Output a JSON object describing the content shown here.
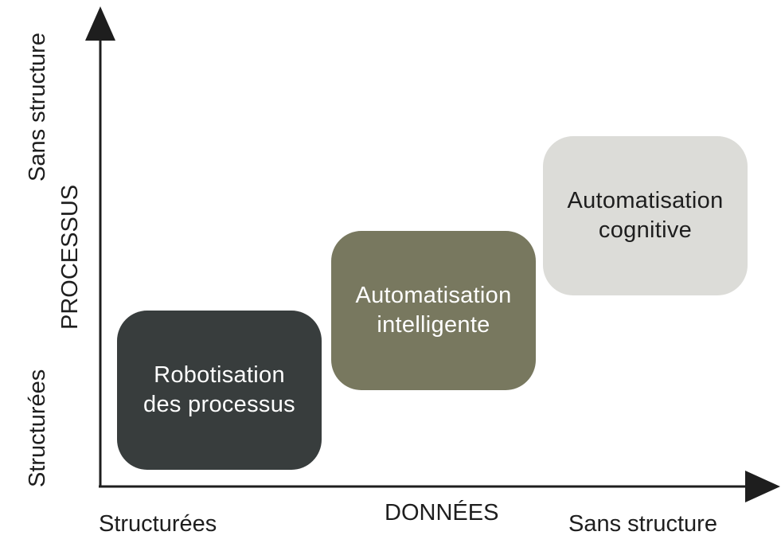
{
  "axes": {
    "x": {
      "title": "DONNÉES",
      "start_label": "Structurées",
      "end_label": "Sans structure"
    },
    "y": {
      "title": "PROCESSUS",
      "start_label": "Structurées",
      "end_label": "Sans structure"
    },
    "color": "#1e1e1e"
  },
  "boxes": [
    {
      "lines": [
        "Robotisation",
        "des processus"
      ],
      "color": "#383d3d",
      "text_color": "#ffffff"
    },
    {
      "lines": [
        "Automatisation",
        "intelligente"
      ],
      "color": "#78785f",
      "text_color": "#ffffff"
    },
    {
      "lines": [
        "Automatisation",
        "cognitive"
      ],
      "color": "#dcdcd8",
      "text_color": "#1e1e1e"
    }
  ]
}
